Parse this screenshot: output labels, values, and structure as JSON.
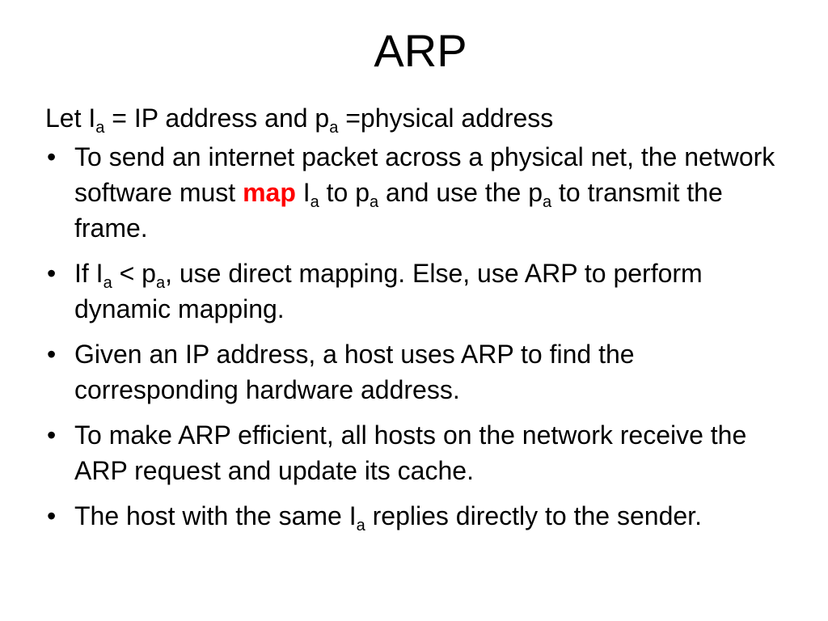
{
  "slide": {
    "title": "ARP",
    "intro": {
      "let": "Let I",
      "sub1": "a",
      "mid": " = IP address and p",
      "sub2": "a",
      "end": " =physical address"
    },
    "bullet_char": "•",
    "bullets": [
      {
        "p1": "To send an internet packet across a physical net, the network software must ",
        "highlight": "map",
        "p2": " I",
        "sub1": "a",
        "p3": " to  p",
        "sub2": "a",
        "p4": " and use the p",
        "sub3": "a",
        "p5": " to transmit the frame."
      },
      {
        "p1": "If I",
        "sub1": "a",
        "p2": " < p",
        "sub2": "a",
        "p3": ", use direct mapping. Else, use ARP to perform dynamic mapping."
      },
      {
        "text": "Given an IP address, a host uses ARP to find the corresponding hardware address."
      },
      {
        "text": "To make ARP efficient, all hosts on the network receive the ARP request and update its cache."
      },
      {
        "p1": "The host with the same I",
        "sub1": "a",
        "p2": " replies directly to the sender."
      }
    ],
    "colors": {
      "highlight": "#ff0000",
      "text": "#000000",
      "background": "#ffffff"
    }
  }
}
